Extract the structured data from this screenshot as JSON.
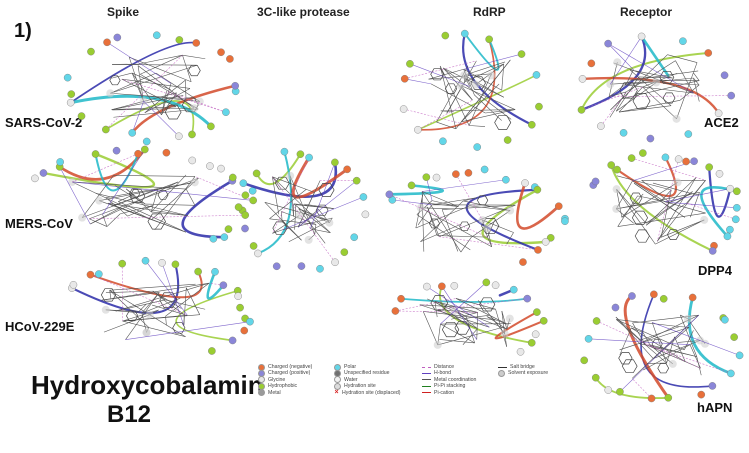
{
  "figure": {
    "number": "1)",
    "title_line1": "Hydroxycobalamin",
    "title_line2": "B12"
  },
  "columns": [
    "Spike",
    "3C-like protease",
    "RdRP",
    "Receptor"
  ],
  "rows": [
    "SARS-CoV-2",
    "MERS-CoV",
    "HCoV-229E"
  ],
  "receptors": [
    "ACE2",
    "DPP4",
    "hAPN"
  ],
  "legend": {
    "col1": [
      {
        "label": "Charged (negative)",
        "color": "#e8703a"
      },
      {
        "label": "Charged (positive)",
        "color": "#8a86d8"
      },
      {
        "label": "Glycine",
        "color": "#e8e8e8"
      },
      {
        "label": "Hydrophobic",
        "color": "#9acd32"
      },
      {
        "label": "Metal",
        "color": "#9a9a9a"
      }
    ],
    "col2": [
      {
        "label": "Polar",
        "color": "#62d6e8"
      },
      {
        "label": "Unspecified residue",
        "color": "#707070"
      },
      {
        "label": "Water",
        "color": "#f2f2f2"
      },
      {
        "label": "Hydration site",
        "color": "#dcdcdc"
      },
      {
        "label": "Hydration site (displaced)",
        "color": "#d62020"
      }
    ],
    "col3": [
      {
        "label": "Distance",
        "color": "#c060c0"
      },
      {
        "label": "H-bond",
        "color": "#6040c0"
      },
      {
        "label": "Metal coordination",
        "color": "#555555"
      },
      {
        "label": "Pi-Pi stacking",
        "color": "#208020"
      },
      {
        "label": "Pi-cation",
        "color": "#d02020"
      }
    ],
    "col4": [
      {
        "label": "Salt bridge",
        "color": "#333333"
      },
      {
        "label": "Solvent exposure",
        "color": "#cccccc"
      }
    ]
  }
}
